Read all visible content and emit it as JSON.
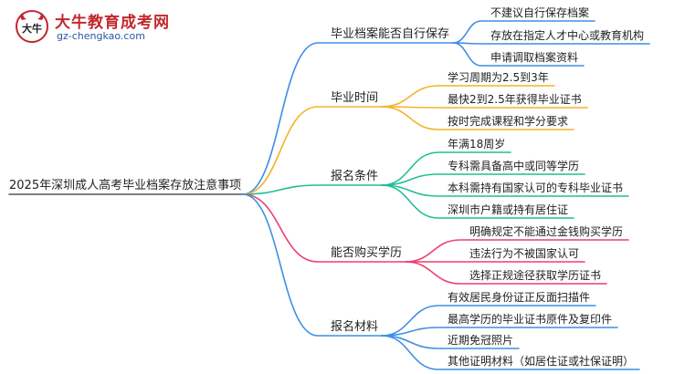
{
  "logo": {
    "mark_text": "大牛",
    "title": "大牛教育成考网",
    "url": "gz-chengkao.com"
  },
  "root": {
    "label": "2025年深圳成人高考毕业档案存放注意事项"
  },
  "branches": [
    {
      "label": "毕业档案能否自行保存",
      "color": "#3f8ee6",
      "leaves": [
        "不建议自行保存档案",
        "存放在指定人才中心或教育机构",
        "申请调取档案资料"
      ]
    },
    {
      "label": "毕业时间",
      "color": "#f3b32a",
      "leaves": [
        "学习周期为2.5到3年",
        "最快2到2.5年获得毕业证书",
        "按时完成课程和学分要求"
      ]
    },
    {
      "label": "报名条件",
      "color": "#1fbf95",
      "leaves": [
        "年满18周岁",
        "专科需具备高中或同等学历",
        "本科需持有国家认可的专科毕业证书",
        "深圳市户籍或持有居住证"
      ]
    },
    {
      "label": "能否购买学历",
      "color": "#ee3f6e",
      "leaves": [
        "明确规定不能通过金钱购买学历",
        "违法行为不被国家认可",
        "选择正规途径获取学历证书"
      ]
    },
    {
      "label": "报名材料",
      "color": "#3f8ee6",
      "leaves": [
        "有效居民身份证正反面扫描件",
        "最高学历的毕业证书原件及复印件",
        "近期免冠照片",
        "其他证明材料（如居住证或社保证明）"
      ]
    }
  ]
}
